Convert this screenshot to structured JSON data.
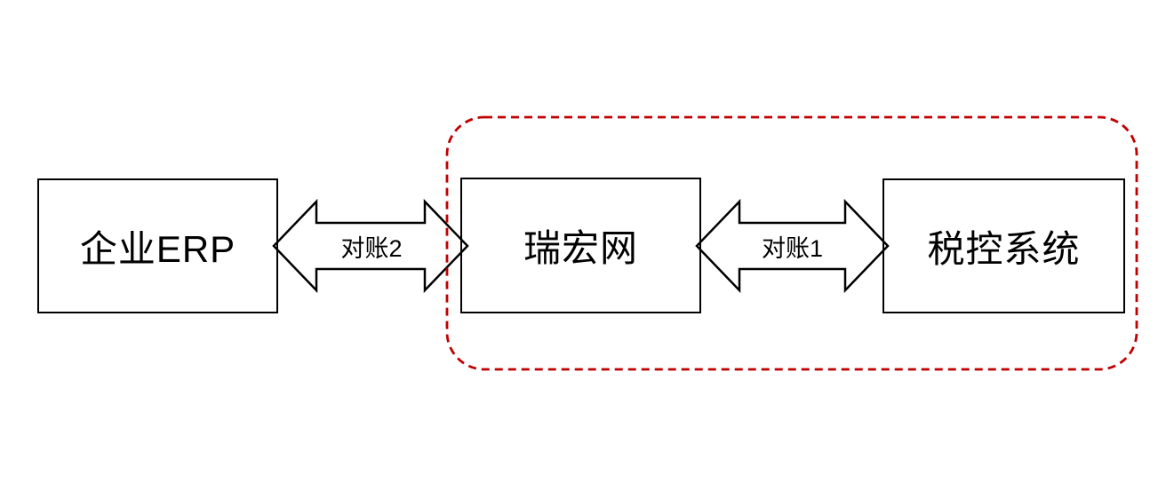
{
  "diagram": {
    "nodes": [
      {
        "id": "enterprise-erp",
        "label": "企业ERP"
      },
      {
        "id": "ruihong-network",
        "label": "瑞宏网"
      },
      {
        "id": "tax-control-system",
        "label": "税控系统"
      }
    ],
    "connectors": [
      {
        "id": "reconciliation-2",
        "label": "对账2",
        "type": "double-arrow",
        "from": "enterprise-erp",
        "to": "ruihong-network"
      },
      {
        "id": "reconciliation-1",
        "label": "对账1",
        "type": "double-arrow",
        "from": "ruihong-network",
        "to": "tax-control-system"
      }
    ],
    "boundary": {
      "style": "dashed-rounded-rect",
      "color": "#c00000",
      "contains": [
        "ruihong-network",
        "tax-control-system"
      ]
    },
    "colors": {
      "background": "#ffffff",
      "shape_stroke": "#000000",
      "text": "#000000",
      "boundary": "#c00000"
    }
  }
}
